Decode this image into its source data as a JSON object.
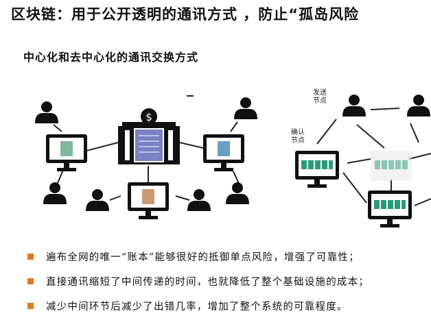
{
  "title": "区块链：用于公开透明的通讯方式 ，防止“孤岛风险",
  "subtitle": "中心化和去中心化的通讯交换方式",
  "diagram": {
    "center_icon": "bank-building-icon",
    "center_symbol": "$",
    "user_icon": "user-silhouette-icon",
    "monitor_icon": "computer-monitor-icon",
    "document_colors": [
      "#7fb89a",
      "#7a82c4",
      "#6aa0c0",
      "#c89a78"
    ],
    "node_color": "#2a9a7a",
    "labels": {
      "send_node": "发送\n节点",
      "confirm_node": "确认\n节点"
    }
  },
  "bullets": [
    "遍布全网的唯一“账本”能够很好的抵御单点风险，增强了可靠性；",
    "直接通讯缩短了中间传递的时间，也就降低了整个基础设施的成本；",
    "减少中间环节后减少了出错几率，增加了整个系统的可靠程度。"
  ],
  "accent_color": "#e07a1f"
}
